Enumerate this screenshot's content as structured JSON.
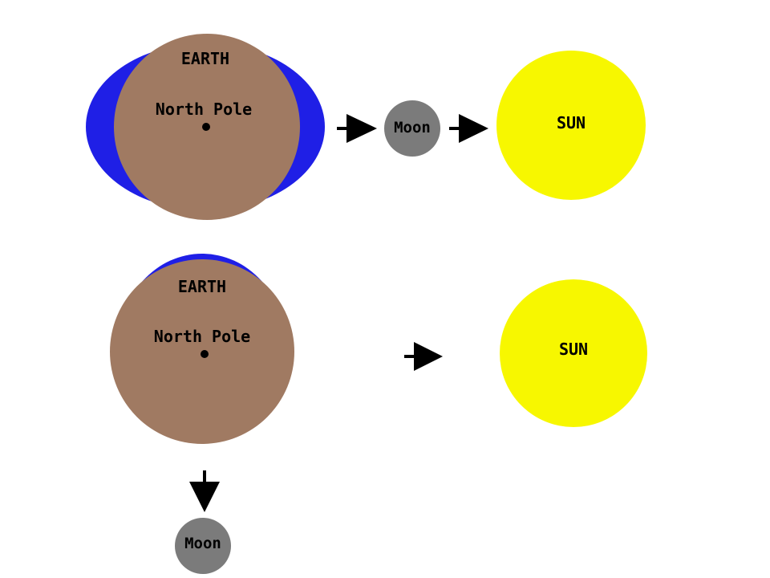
{
  "colors": {
    "ocean": "#1f1fe6",
    "earth": "#a07a62",
    "moon": "#7b7b7b",
    "sun": "#f7f700",
    "arrow": "#000000",
    "background": "#ffffff"
  },
  "top": {
    "earth_label": "EARTH",
    "pole_label": "North Pole",
    "moon_label": "Moon",
    "sun_label": "SUN"
  },
  "bottom": {
    "earth_label": "EARTH",
    "pole_label": "North Pole",
    "moon_label": "Moon",
    "sun_label": "SUN"
  }
}
